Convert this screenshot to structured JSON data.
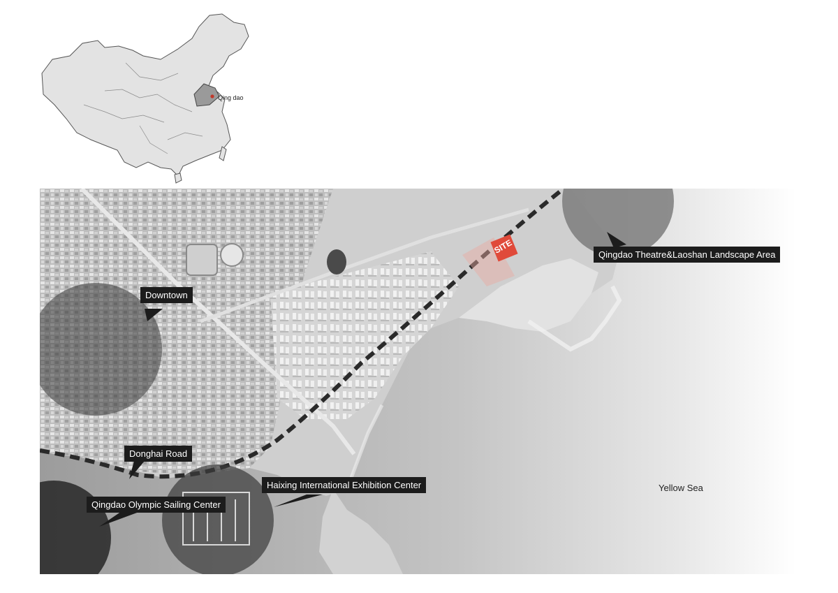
{
  "inset": {
    "city_label": "Qing dao",
    "colors": {
      "country_fill": "#e3e3e3",
      "province_fill": "#9a9a9a",
      "city_dot": "#c0392b"
    }
  },
  "map": {
    "site_label": "SITE",
    "sea_label": "Yellow Sea",
    "callouts": [
      {
        "id": "theatre",
        "text": "Qingdao Theatre&Laoshan Landscape Area"
      },
      {
        "id": "downtown",
        "text": "Downtown"
      },
      {
        "id": "donghai",
        "text": "Donghai Road"
      },
      {
        "id": "haixing",
        "text": "Haixing International Exhibition Center"
      },
      {
        "id": "sailing",
        "text": "Qingdao Olympic Sailing Center"
      }
    ],
    "colors": {
      "site": "#e04a3a",
      "label_bg": "#1c1c1c",
      "road_dash": "#2a2a2a"
    }
  }
}
